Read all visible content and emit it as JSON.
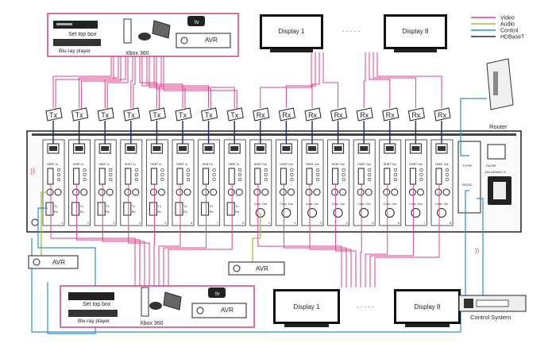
{
  "colors": {
    "video": "#e0408f",
    "audio": "#9cc23a",
    "control": "#2e8fd0",
    "hdbaset": "#1a2a6e",
    "frame": "#222222",
    "source_box_border": "#d0407a"
  },
  "legend": [
    {
      "label": "Video",
      "color": "#e0408f"
    },
    {
      "label": "Audio",
      "color": "#9cc23a"
    },
    {
      "label": "Control",
      "color": "#2e8fd0"
    },
    {
      "label": "HDBaseT",
      "color": "#1a2a6e"
    }
  ],
  "top_sources": {
    "set_top_box": "Set top box",
    "bluray": "Blu-ray player",
    "xbox": "Xbox 360",
    "appletv": "tv",
    "avr": "AVR"
  },
  "bottom_sources": {
    "set_top_box": "Set top box",
    "bluray": "Blu-ray player",
    "xbox": "Xbox 360",
    "appletv": "tv",
    "avr": "AVR"
  },
  "top_displays": {
    "first": "Display 1",
    "dots": "· · · · ·",
    "last": "Display 8"
  },
  "bottom_displays": {
    "first": "Display 1",
    "dots": "· · · · ·",
    "last": "Display 8"
  },
  "router_label": "Router",
  "control_system_label": "Control System",
  "avr_left": "AVR",
  "avr_mid": "AVR",
  "tx_label": "Tx",
  "rx_label": "Rx",
  "in_port_label": "HDBT In",
  "out_port_label": "HDBT Out",
  "coax_label": "Coax. Out",
  "ir_tx": "Tx",
  "ir_rx": "Rx",
  "channel_numbers": [
    "1",
    "2",
    "3",
    "4",
    "5",
    "6",
    "7",
    "8"
  ],
  "rs232_label": "RS232",
  "tcpip_label": "TCP/IP",
  "power_label": "On/Off",
  "voltage_label": "100-240VAC H"
}
